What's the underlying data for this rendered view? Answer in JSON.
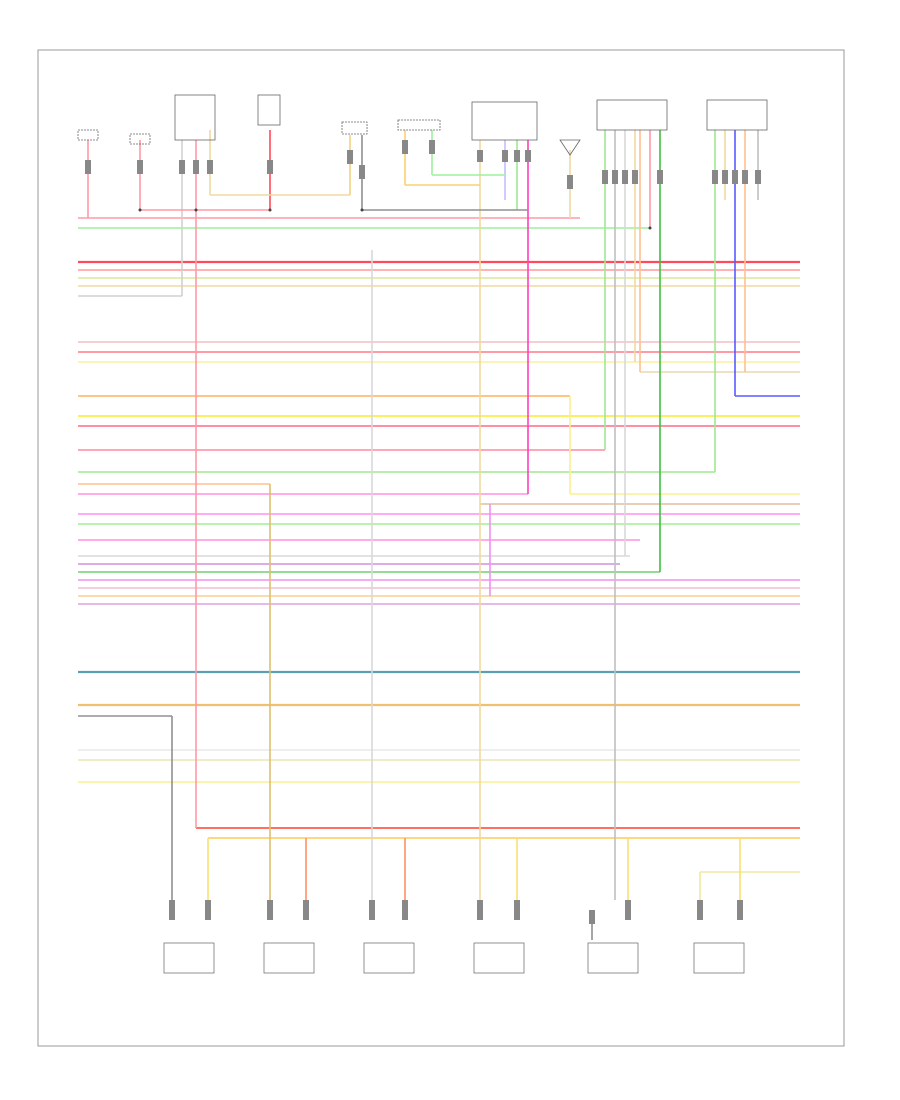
{
  "diagram": {
    "footer_code": "",
    "top_components": [
      {
        "id": "rear_door_ctrl",
        "label": ""
      },
      {
        "id": "left_lower_sw",
        "label": ""
      },
      {
        "id": "brake_light_sw",
        "label": ""
      },
      {
        "id": "left_stalk_sw",
        "label": ""
      },
      {
        "id": "climate_ctrl",
        "label": ""
      },
      {
        "id": "pass_occ_sensor",
        "label": ""
      },
      {
        "id": "fuel_pump_ctrl",
        "label": ""
      },
      {
        "id": "right_sensor",
        "label": ""
      },
      {
        "id": "component_a",
        "label": ""
      },
      {
        "id": "component_b",
        "label": ""
      }
    ],
    "bottom_components": [
      {
        "id": "seat_heater_1",
        "box_label": "",
        "caption": ""
      },
      {
        "id": "seat_heater_2",
        "box_label": "",
        "caption": ""
      },
      {
        "id": "seat_heater_3",
        "box_label": "",
        "caption": ""
      },
      {
        "id": "seat_heater_4",
        "box_label": "",
        "caption": ""
      },
      {
        "id": "seat_heater_5",
        "box_label": "",
        "caption": ""
      },
      {
        "id": "seat_heater_6",
        "box_label": "",
        "caption": ""
      }
    ],
    "buses": [
      {
        "name": "bus-1",
        "color": "#ff9aa6"
      },
      {
        "name": "bus-2",
        "color": "#9ef09e"
      },
      {
        "name": "bus-3",
        "color": "#ff4a5a"
      },
      {
        "name": "bus-4",
        "color": "#ff9a9a"
      },
      {
        "name": "bus-5",
        "color": "#d8e89a"
      },
      {
        "name": "bus-6",
        "color": "#f0d8a0"
      },
      {
        "name": "bus-7",
        "color": "#d0d0d0"
      },
      {
        "name": "bus-8",
        "color": "#ff7a8a"
      },
      {
        "name": "bus-9",
        "color": "#f8f0a0"
      },
      {
        "name": "bus-10",
        "color": "#ffb060"
      },
      {
        "name": "bus-11",
        "color": "#f8f060"
      },
      {
        "name": "bus-12",
        "color": "#ff6a8a"
      },
      {
        "name": "bus-13",
        "color": "#ff8aa0"
      },
      {
        "name": "bus-14",
        "color": "#a0e890"
      },
      {
        "name": "bus-15",
        "color": "#ffc090"
      },
      {
        "name": "bus-16",
        "color": "#ff90e0"
      },
      {
        "name": "bus-17",
        "color": "#a0f090"
      },
      {
        "name": "bus-18",
        "color": "#d090e0"
      },
      {
        "name": "bus-19",
        "color": "#b0b0ff"
      },
      {
        "name": "bus-20",
        "color": "#ff90f0"
      },
      {
        "name": "bus-21",
        "color": "#e0c0a0"
      },
      {
        "name": "bus-22",
        "color": "#f0c0d0"
      },
      {
        "name": "bus-23",
        "color": "#5aa0b0"
      },
      {
        "name": "bus-24",
        "color": "#f0c070"
      },
      {
        "name": "bus-25",
        "color": "#909090"
      },
      {
        "name": "bus-26",
        "color": "#e8e8e8"
      },
      {
        "name": "bus-27",
        "color": "#e8e8b0"
      },
      {
        "name": "bus-28",
        "color": "#f8f090"
      },
      {
        "name": "bus-29",
        "color": "#ff7060"
      },
      {
        "name": "bus-30",
        "color": "#ffd070"
      }
    ]
  }
}
